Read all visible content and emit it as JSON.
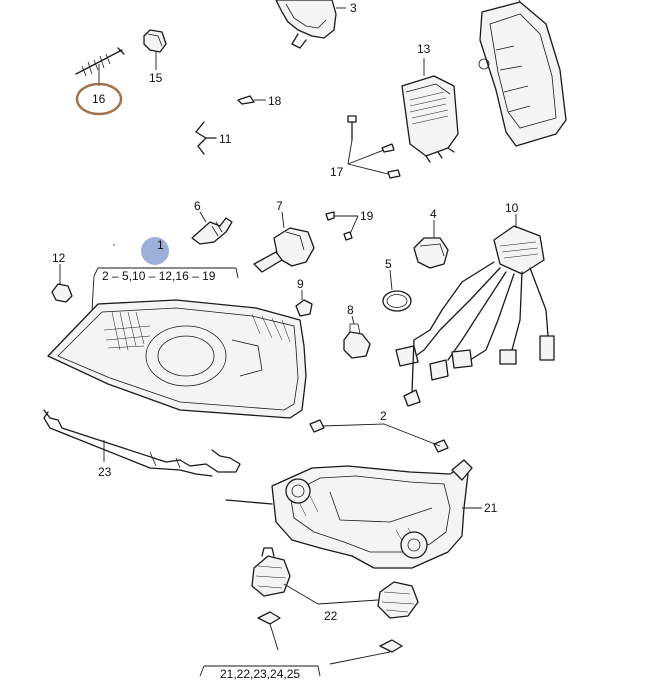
{
  "diagram": {
    "labels": {
      "p1": "1",
      "p1_range": "2 – 5,10 – 12,16 – 19",
      "p2_top": "2",
      "p3": "3",
      "p4": "4",
      "p5": "5",
      "p6": "6",
      "p7": "7",
      "p8": "8",
      "p9": "9",
      "p10": "10",
      "p11": "11",
      "p12": "12",
      "p13": "13",
      "p15": "15",
      "p16": "16",
      "p17": "17",
      "p18": "18",
      "p19": "19",
      "p21": "21",
      "p22": "22",
      "p23": "23",
      "bottom_group": "21,22,23,24,25"
    },
    "highlight_colors": {
      "circle": "#a0704a",
      "marker": "#8fa7d6"
    }
  }
}
